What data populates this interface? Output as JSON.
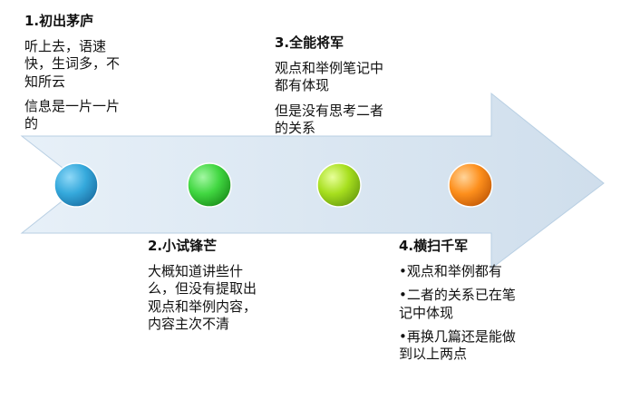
{
  "diagram": {
    "colors": {
      "arrow_fill": "#d4e3f0",
      "arrow_stroke": "#b8cfe3",
      "node_1": "#35a9dc",
      "node_2": "#41d741",
      "node_3": "#a7df1e",
      "node_4": "#fd8f1c",
      "text": "#111111",
      "background": "#ffffff"
    },
    "stages": [
      {
        "title": "1.初出茅庐",
        "paras": [
          "听上去，语速快，生词多，不知所云",
          "信息是一片一片的"
        ]
      },
      {
        "title": "2.小试锋芒",
        "paras": [
          "大概知道讲些什么，但没有提取出观点和举例内容，内容主次不清"
        ]
      },
      {
        "title": "3.全能将军",
        "paras": [
          "观点和举例笔记中都有体现",
          "但是没有思考二者的关系"
        ]
      },
      {
        "title": "4.横扫千军",
        "bullets": [
          "•观点和举例都有",
          "•二者的关系已在笔记中体现",
          "•再换几篇还是能做到以上两点"
        ]
      }
    ]
  }
}
